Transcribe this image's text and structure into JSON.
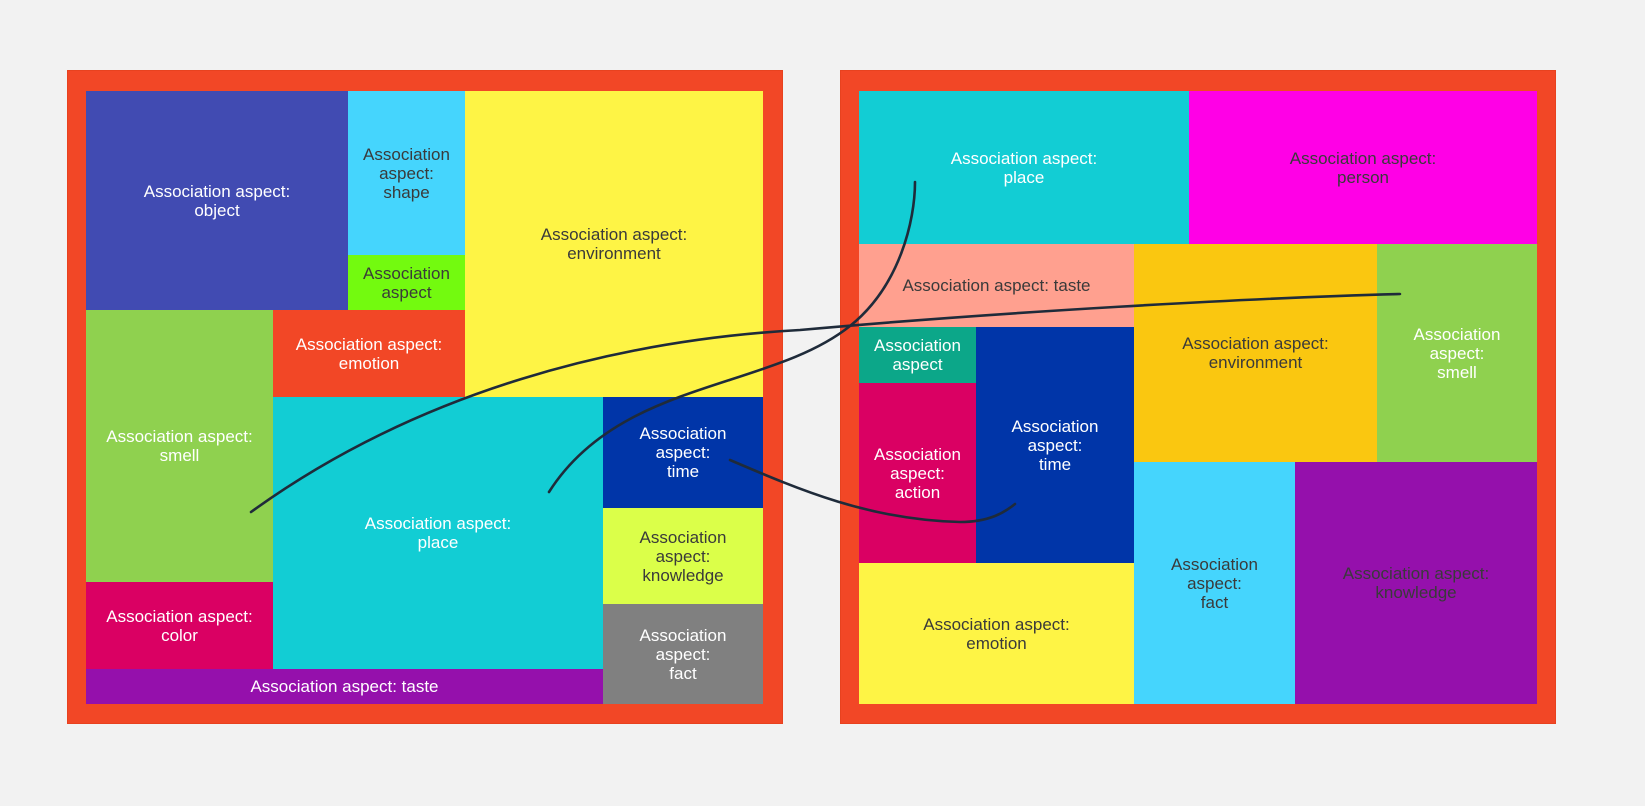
{
  "colors": {
    "board": "#f24726",
    "background": "#f2f2f2",
    "connector": "#1f2b3a"
  },
  "left_board": {
    "tiles": {
      "object": "Association aspect:\nobject",
      "shape": "Association\naspect:\nshape",
      "aspect": "Association\naspect",
      "environment": "Association aspect:\nenvironment",
      "emotion": "Association aspect:\nemotion",
      "smell": "Association aspect:\nsmell",
      "place": "Association aspect:\nplace",
      "time": "Association\naspect:\ntime",
      "knowledge": "Association\naspect:\nknowledge",
      "color": "Association aspect:\ncolor",
      "fact": "Association\naspect:\nfact",
      "taste": "Association aspect: taste"
    }
  },
  "right_board": {
    "tiles": {
      "place": "Association aspect:\nplace",
      "person": "Association aspect:\nperson",
      "taste": "Association aspect: taste",
      "environment": "Association aspect:\nenvironment",
      "smell": "Association\naspect:\nsmell",
      "aspect": "Association\naspect",
      "time": "Association\naspect:\ntime",
      "action": "Association\naspect:\naction",
      "fact": "Association\naspect:\nfact",
      "knowledge": "Association aspect:\nknowledge",
      "emotion": "Association aspect:\nemotion"
    }
  },
  "connectors": [
    {
      "from": "left_board.smell",
      "to": "right_board.smell"
    },
    {
      "from": "left_board.place",
      "to": "right_board.place"
    },
    {
      "from": "left_board.time",
      "to": "right_board.time"
    }
  ]
}
